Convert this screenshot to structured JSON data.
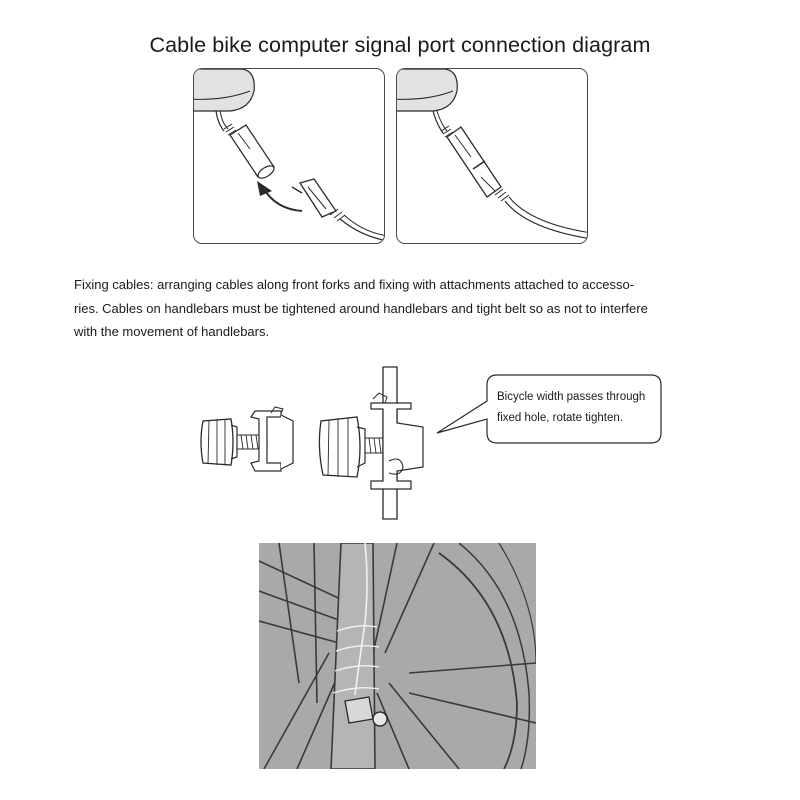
{
  "title": "Cable bike computer signal port connection diagram",
  "description": {
    "lines": [
      "Fixing cables: arranging cables along front forks and fixing with attachments attached to accesso-",
      "ries. Cables on handlebars must be tightened around handlebars and tight belt so as not to interfere",
      "with the movement of handlebars."
    ]
  },
  "callout": {
    "lines": [
      "Bicycle width passes through",
      "fixed hole, rotate tighten."
    ]
  },
  "colors": {
    "line": "#2a2a2a",
    "photo_background": "#a9a9a9",
    "photo_lines": "#3a3a3a"
  }
}
